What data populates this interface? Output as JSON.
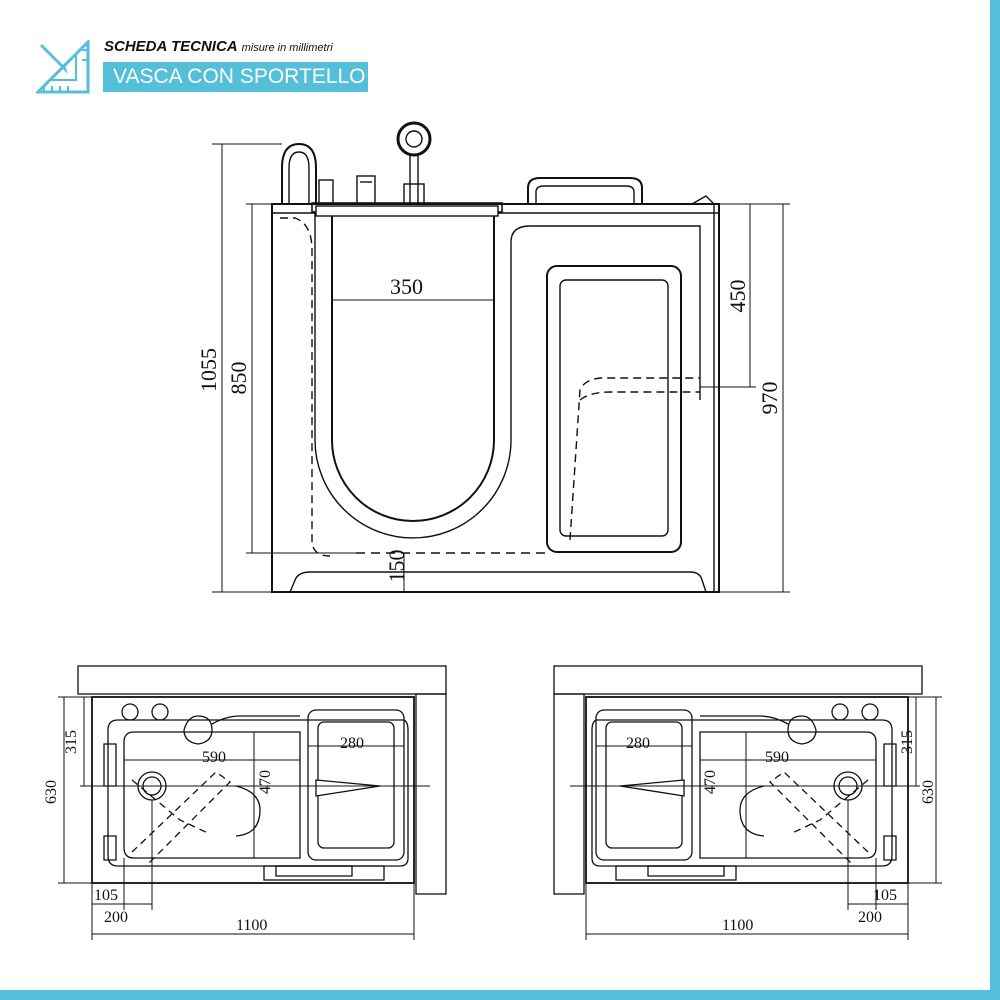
{
  "header": {
    "title": "SCHEDA TECNICA",
    "subtitle": "misure in millimetri",
    "badge": "VASCA CON SPORTELLO"
  },
  "side_view": {
    "inner_width": "350",
    "total_height": "1055",
    "rim_height": "850",
    "door_height": "450",
    "body_height": "970",
    "base_height": "150"
  },
  "plan_left": {
    "seat_length": "590",
    "door_width": "280",
    "inner_width": "470",
    "depth": "630",
    "half_depth": "315",
    "drain_offset": "105",
    "seat_offset": "200",
    "length": "1100"
  },
  "plan_right": {
    "seat_length": "590",
    "door_width": "280",
    "inner_width": "470",
    "depth": "630",
    "half_depth": "315",
    "drain_offset": "105",
    "seat_offset": "200",
    "length": "1100"
  },
  "colors": {
    "accent": "#53bfd9",
    "line": "#111111"
  }
}
